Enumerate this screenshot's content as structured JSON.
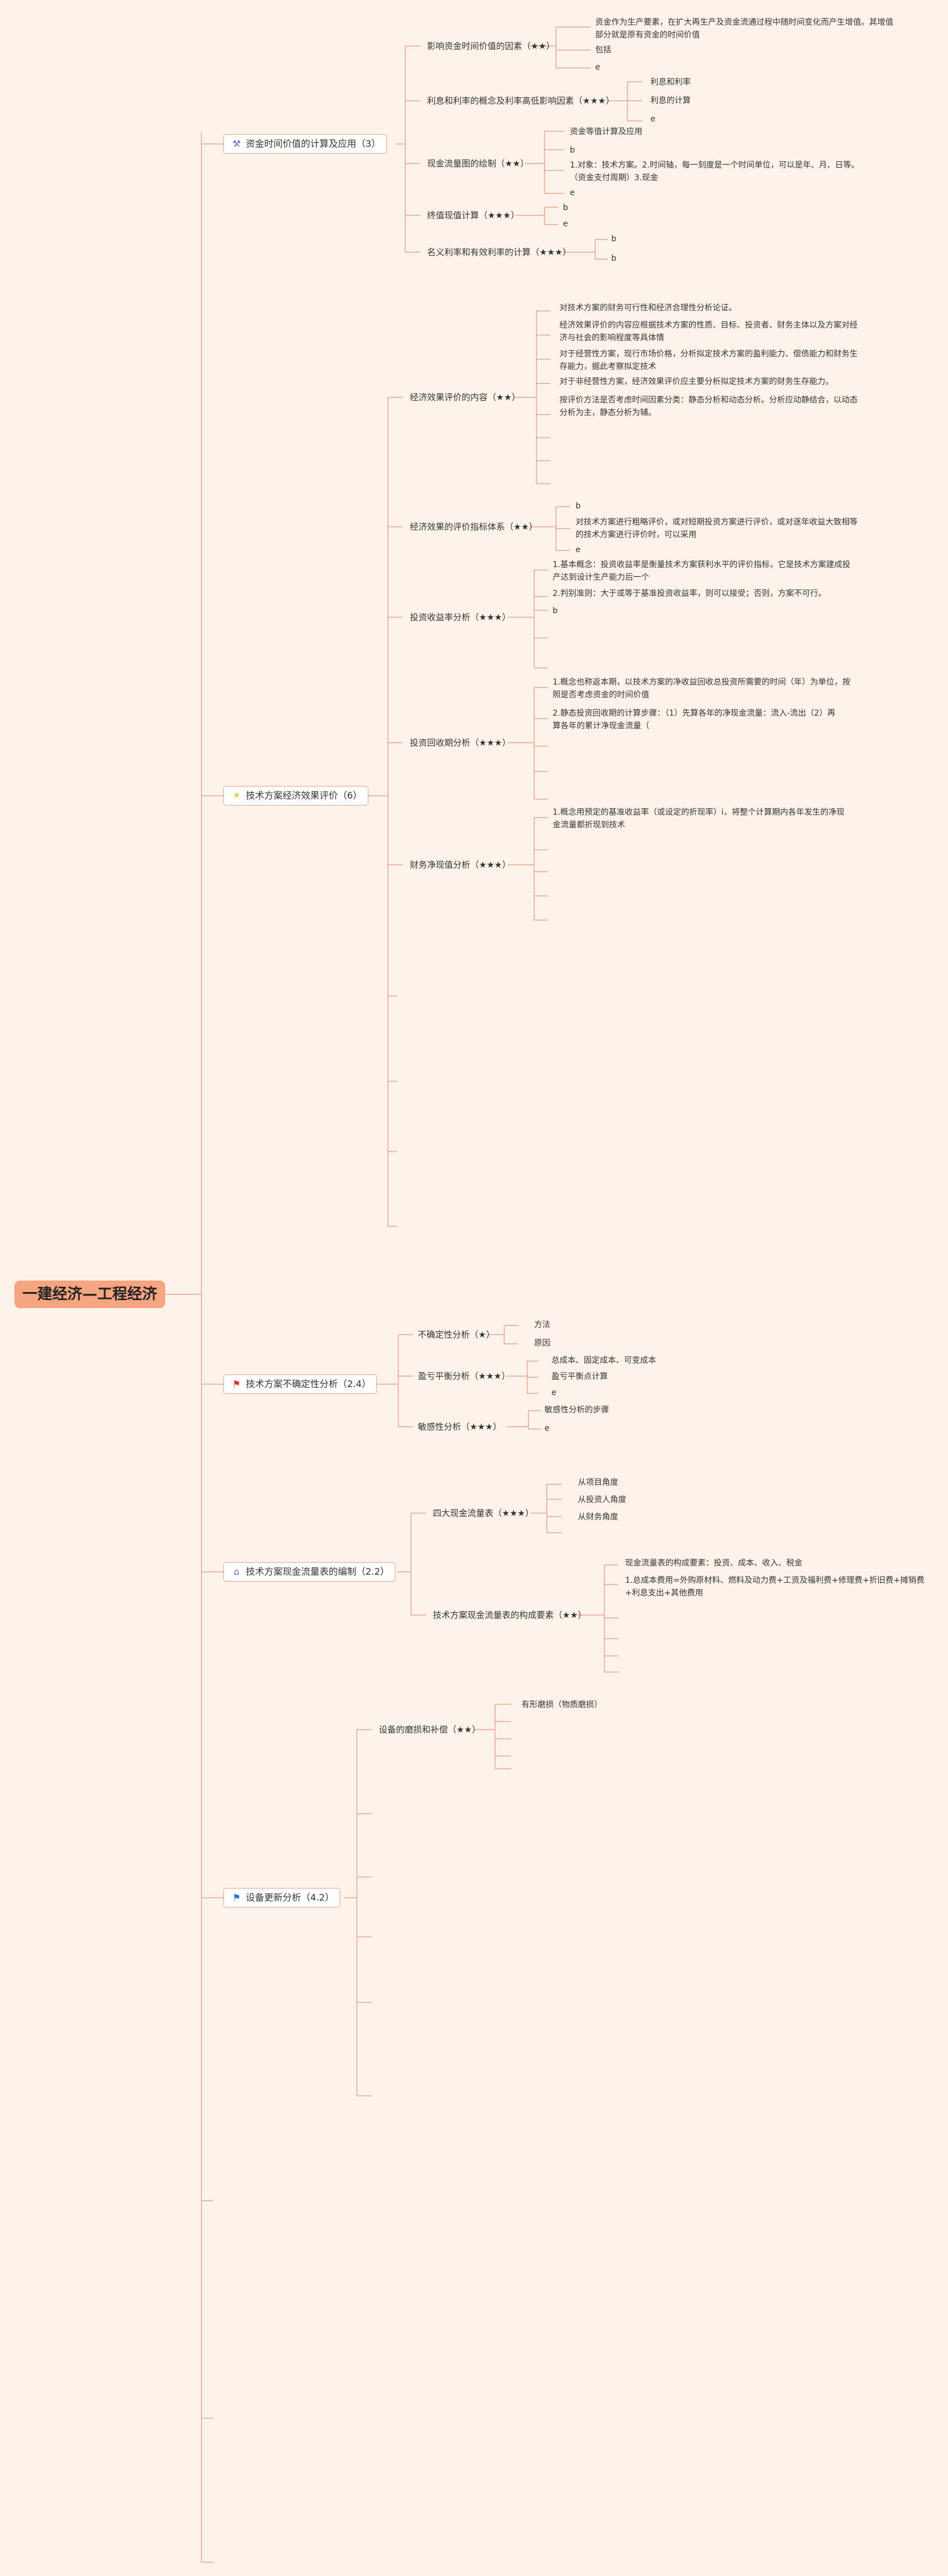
{
  "root": {
    "label": "一建经济—工程经济"
  },
  "branch1": {
    "label": "资金时间价值的计算及应用（3）",
    "icon": "wrench-icon",
    "topics": {
      "factors": {
        "label": "影响资金时间价值的因素（★★）",
        "items": [
          "资金作为生产要素，在扩大再生产及资金流通过程中随时间变化而产生增值。其增值部分就是原有资金的时间价值",
          "包括",
          "e"
        ]
      },
      "interest": {
        "label": "利息和利率的概念及利率高低影响因素（★★★）",
        "items": [
          "利息和利率",
          "利息的计算",
          "e"
        ]
      },
      "cashflow": {
        "label": "现金流量图的绘制（★★）",
        "items": [
          "资金等值计算及应用",
          "b",
          "1.对象：技术方案。2.时间轴，每一刻度是一个时间单位，可以是年、月、日等。（资金支付周期）3.现金",
          "e"
        ]
      },
      "equivalent": {
        "label": "终值现值计算（★★★）",
        "items": [
          "b",
          "e"
        ]
      },
      "nominal": {
        "label": "名义利率和有效利率的计算（★★★）",
        "items": [
          "b",
          "b"
        ]
      }
    }
  },
  "branch2": {
    "label": "技术方案经济效果评价（6）",
    "icon": "lightbulb-icon",
    "topics": {
      "content": {
        "label": "经济效果评价的内容（★★）",
        "items": [
          "对技术方案的财务可行性和经济合理性分析论证。",
          "经济效果评价的内容应根据技术方案的性质、目标、投资者、财务主体以及方案对经济与社会的影响程度等具体情",
          "对于经营性方案，现行市场价格，分析拟定技术方案的盈利能力、偿债能力和财务生存能力，据此考察拟定技术",
          "对于非经营性方案，经济效果评价应主要分析拟定技术方案的财务生存能力。",
          "按评价方法是否考虑时间因素分类：静态分析和动态分析。分析应动静结合，以动态分析为主，静态分析为辅。"
        ]
      },
      "indicators": {
        "label": "经济效果的评价指标体系（★★）",
        "items": [
          "b",
          "对技术方案进行粗略评价，或对短期投资方案进行评价，或对逐年收益大致相等的技术方案进行评价时，可以采用",
          "e"
        ]
      },
      "roi": {
        "label": "投资收益率分析（★★★）",
        "items": [
          "1.基本概念：投资收益率是衡量技术方案获利水平的评价指标，它是技术方案建成投产达到设计生产能力后一个",
          "2.判别准则：大于或等于基准投资收益率，则可以接受；否则，方案不可行。",
          "b"
        ]
      },
      "payback": {
        "label": "投资回收期分析（★★★）",
        "items": [
          "1.概念也称返本期，以技术方案的净收益回收总投资所需要的时间（年）为单位，按照是否考虑资金的时间价值",
          "2.静态投资回收期的计算步骤：（1）先算各年的净现金流量：流入-流出（2）再算各年的累计净现金流量（"
        ]
      },
      "npv": {
        "label": "财务净现值分析（★★★）",
        "items": [
          "1.概念用预定的基准收益率（或设定的折现率）i，将整个计算期内各年发生的净现金流量都折现到技术"
        ]
      }
    }
  },
  "branch3": {
    "label": "技术方案不确定性分析（2.4）",
    "icon": "red-flag-icon",
    "topics": {
      "uncertainty": {
        "label": "不确定性分析（★）",
        "items": [
          "方法",
          "原因"
        ]
      },
      "breakeven": {
        "label": "盈亏平衡分析（★★★）",
        "items": [
          "总成本、固定成本、可变成本",
          "盈亏平衡点计算",
          "e"
        ]
      },
      "sensitivity": {
        "label": "敏感性分析（★★★）",
        "items": [
          "敏感性分析的步骤",
          "e"
        ]
      }
    }
  },
  "branch4": {
    "label": "技术方案现金流量表的编制（2.2）",
    "icon": "home-icon",
    "topics": {
      "tables": {
        "label": "四大现金流量表（★★★）",
        "items": [
          "从项目角度",
          "从投资人角度",
          "从财务角度"
        ]
      },
      "elements": {
        "label": "技术方案现金流量表的构成要素（★★）",
        "items": [
          "现金流量表的构成要素：投资、成本、收入、税金",
          "1.总成本费用=外购原材料、燃料及动力费+工资及福利费+修理费+折旧费+摊销费+利息支出+其他费用"
        ]
      }
    }
  },
  "branch5": {
    "label": "设备更新分析（4.2）",
    "icon": "blue-flag-icon",
    "topics": {
      "wear": {
        "label": "设备的磨损和补偿（★★）",
        "items": [
          "有形磨损（物质磨损）"
        ]
      }
    }
  },
  "colors": {
    "line": "#e8a590",
    "root": "#f5a57f",
    "border": "#e6a48a",
    "background": "#fdf3ea"
  }
}
